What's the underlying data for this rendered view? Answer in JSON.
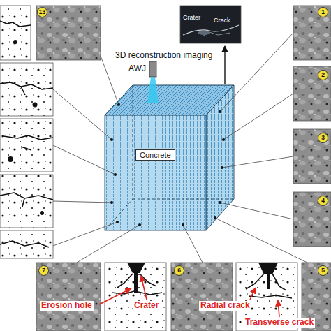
{
  "diagram": {
    "nodes": [
      {
        "text": [
          "Concrete"
        ]
      }
    ],
    "labels": [
      "13",
      "1",
      "2",
      "3",
      "4",
      "5",
      "6",
      "7",
      "3D reconstruction imaging",
      "Crater",
      "Crack",
      "AWJ",
      "Erosion hole",
      "Crater",
      "Radial crack",
      "Transverse crack"
    ]
  }
}
